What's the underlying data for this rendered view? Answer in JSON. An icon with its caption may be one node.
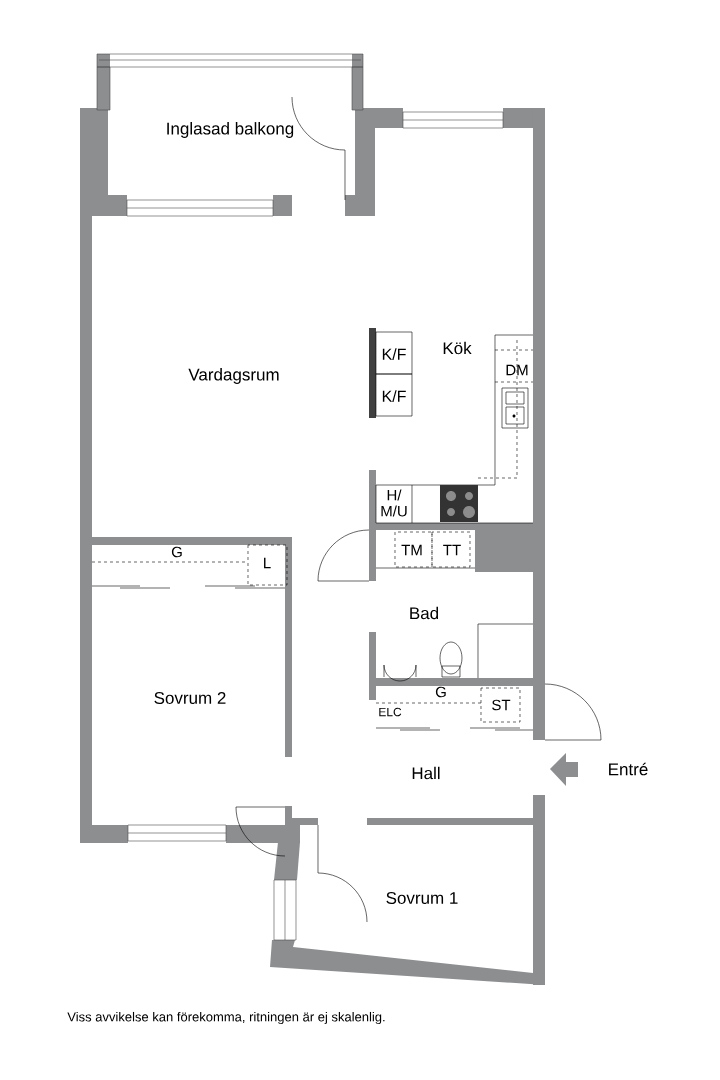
{
  "diagram": {
    "caption": "Viss avvikelse kan förekomma, ritningen är ej skalenlig.",
    "labels": [
      "Inglasad balkong",
      "Kök",
      "K/F",
      "DM",
      "Vardagsrum",
      "K/F",
      "H/ M/U",
      "G",
      "TM",
      "TT",
      "L",
      "Bad",
      "Sovrum 2",
      "G",
      "ST",
      "ELC",
      "Hall",
      "Entré",
      "Sovrum 1"
    ]
  }
}
